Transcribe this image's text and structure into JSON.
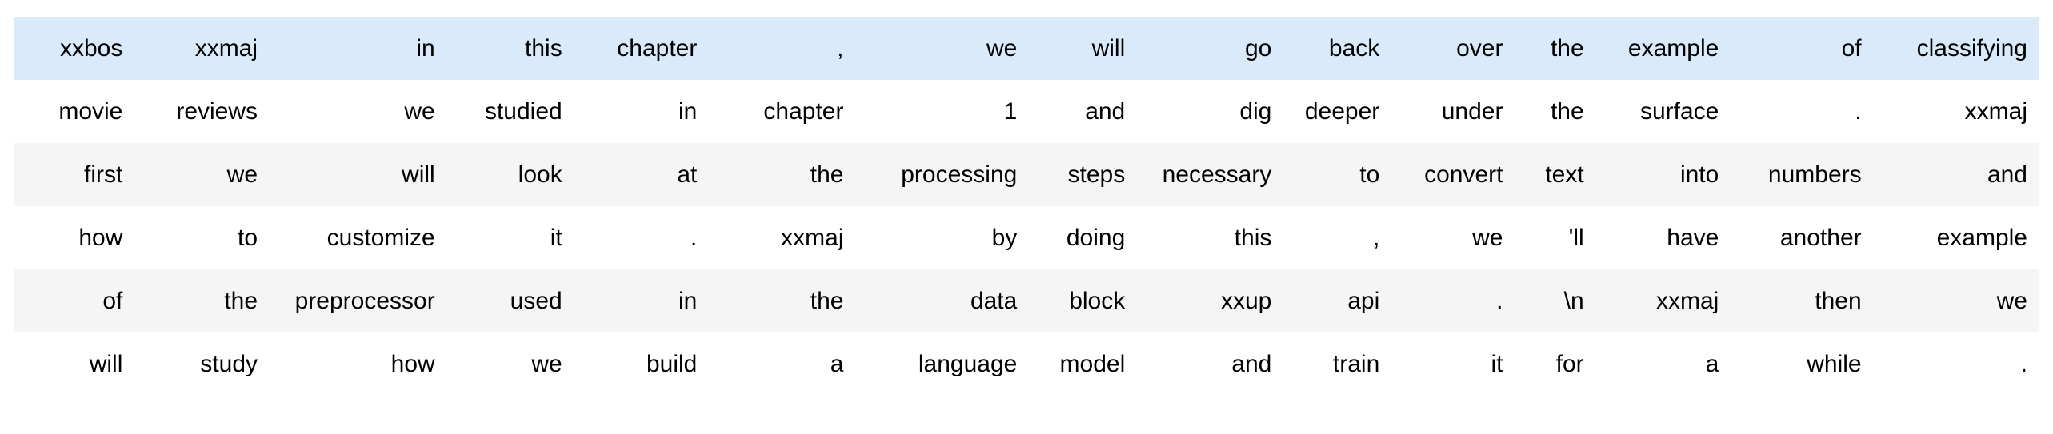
{
  "table": {
    "kind": "token-grid",
    "row_count": 6,
    "column_count": 16,
    "colors": {
      "highlight_row_bg": "#d9eafa",
      "odd_row_bg": "#f5f5f5",
      "even_row_bg": "#ffffff",
      "text": "#000000",
      "page_bg": "#ffffff"
    },
    "text_align": "right",
    "rows": [
      {
        "style": "highlight",
        "cells": [
          "xxbos",
          "xxmaj",
          "in",
          "this",
          "chapter",
          ",",
          "we",
          "will",
          "go",
          "back",
          "over",
          "the",
          "example",
          "of",
          "classifying"
        ]
      },
      {
        "style": "even",
        "cells": [
          "movie",
          "reviews",
          "we",
          "studied",
          "in",
          "chapter",
          "1",
          "and",
          "dig",
          "deeper",
          "under",
          "the",
          "surface",
          ".",
          "xxmaj"
        ]
      },
      {
        "style": "odd",
        "cells": [
          "first",
          "we",
          "will",
          "look",
          "at",
          "the",
          "processing",
          "steps",
          "necessary",
          "to",
          "convert",
          "text",
          "into",
          "numbers",
          "and"
        ]
      },
      {
        "style": "even",
        "cells": [
          "how",
          "to",
          "customize",
          "it",
          ".",
          "xxmaj",
          "by",
          "doing",
          "this",
          ",",
          "we",
          "'ll",
          "have",
          "another",
          "example"
        ]
      },
      {
        "style": "odd",
        "cells": [
          "of",
          "the",
          "preprocessor",
          "used",
          "in",
          "the",
          "data",
          "block",
          "xxup",
          "api",
          ".",
          "\\n",
          "xxmaj",
          "then",
          "we"
        ]
      },
      {
        "style": "even",
        "cells": [
          "will",
          "study",
          "how",
          "we",
          "build",
          "a",
          "language",
          "model",
          "and",
          "train",
          "it",
          "for",
          "a",
          "while",
          "."
        ]
      }
    ],
    "column_widths_pct": [
      6.2,
      7.0,
      9.2,
      6.6,
      7.0,
      7.6,
      9.0,
      5.6,
      7.6,
      5.6,
      6.4,
      4.2,
      7.0,
      7.4,
      8.6
    ]
  }
}
